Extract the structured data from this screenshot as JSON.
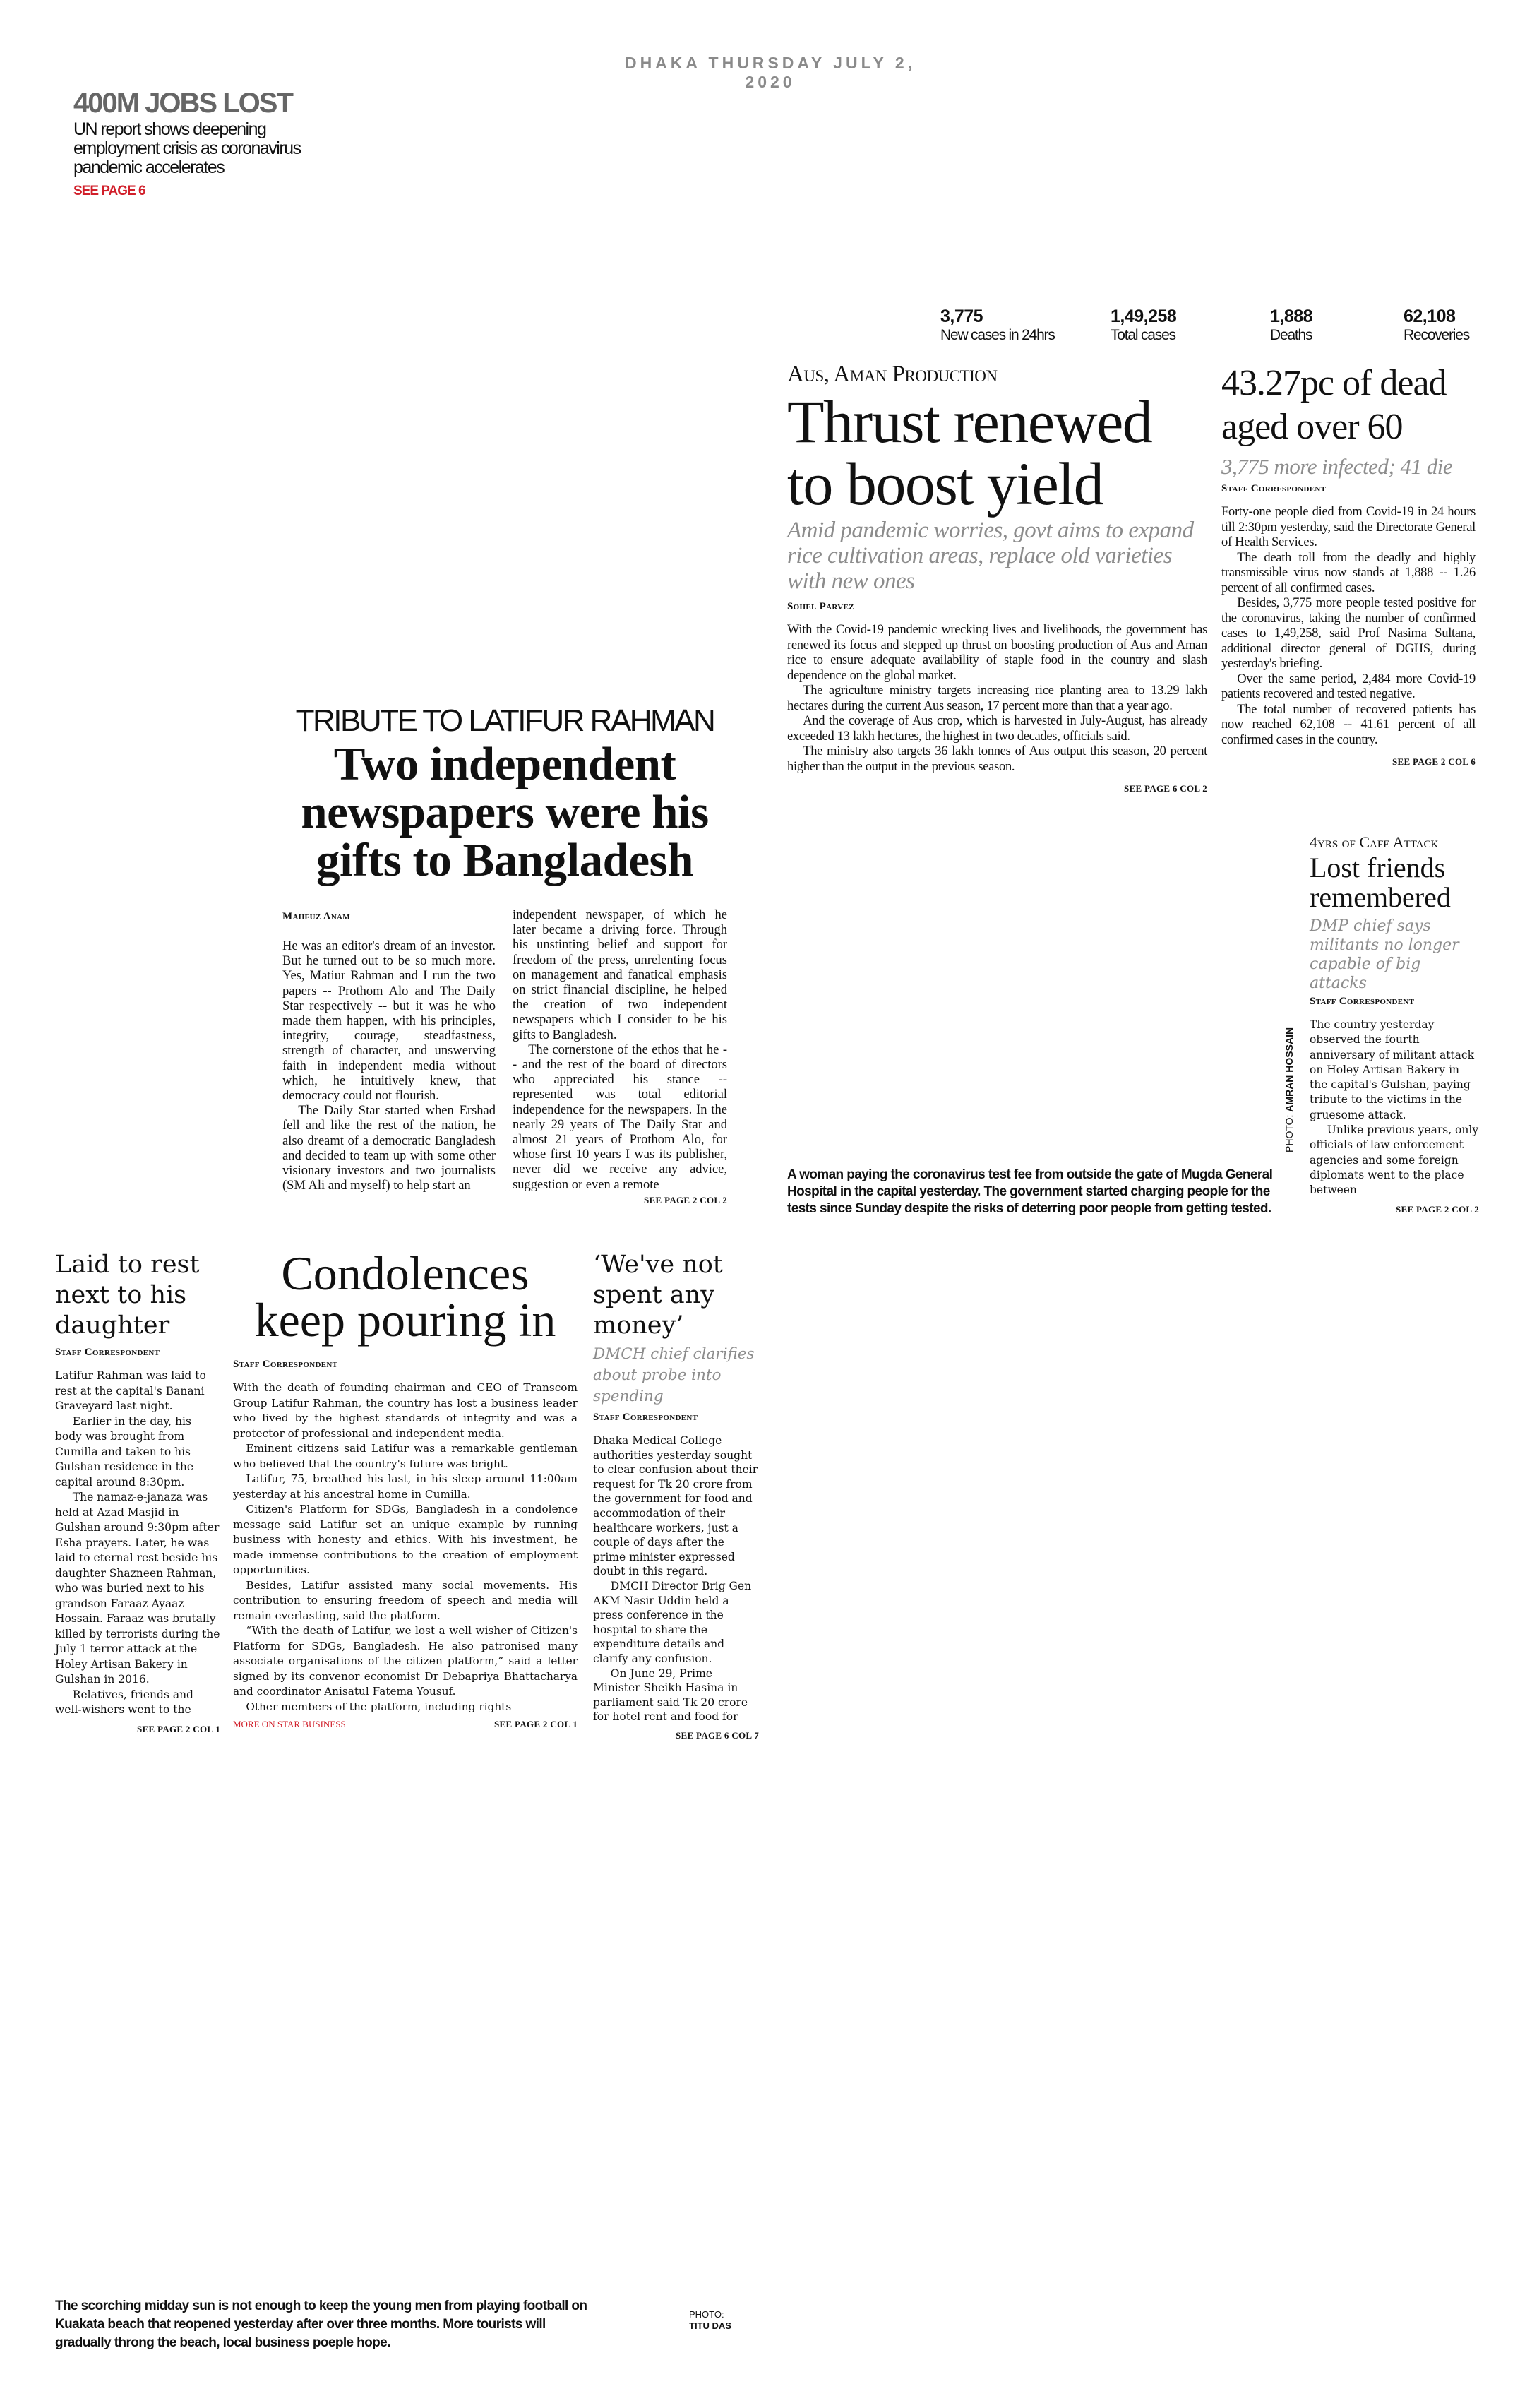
{
  "masthead": {
    "dateline": "DHAKA THURSDAY JULY 2, 2020"
  },
  "teaser": {
    "title": "400M JOBS LOST",
    "subtitle": "UN report shows deepening employment crisis as coronavirus pandemic accelerates",
    "link": "SEE PAGE 6"
  },
  "stats": [
    {
      "value": "3,775",
      "label": "New cases in 24hrs"
    },
    {
      "value": "1,49,258",
      "label": "Total cases"
    },
    {
      "value": "1,888",
      "label": "Deaths"
    },
    {
      "value": "62,108",
      "label": "Recoveries"
    }
  ],
  "thrust": {
    "kicker": "Aus, Aman Production",
    "headline": "Thrust renewed to boost yield",
    "subhead": "Amid pandemic worries, govt aims to expand rice cultivation areas, replace old varieties with new ones",
    "byline": "Sohel Parvez",
    "body": [
      "With the Covid-19 pandemic wrecking lives and livelihoods, the government has renewed its focus and stepped up thrust on boosting production of Aus and Aman rice to ensure adequate availability of staple food in the country and slash dependence on the global market.",
      "The agriculture ministry targets increasing rice planting area to 13.29 lakh hectares during the current Aus season, 17 percent more than that a year ago.",
      "And the coverage of Aus crop, which is harvested in July-August, has already exceeded 13 lakh hectares, the highest in two decades, officials said.",
      "The ministry also targets 36 lakh tonnes of Aus output this season, 20 percent higher than the output in the previous season."
    ],
    "jump": "SEE PAGE 6 COL 2"
  },
  "dead": {
    "headline": "43.27pc of dead aged over 60",
    "subhead": "3,775 more infected; 41 die",
    "byline": "Staff Correspondent",
    "body": [
      "Forty-one people died from Covid-19 in 24 hours till 2:30pm yesterday, said the Directorate General of Health Services.",
      "The death toll from the deadly and highly transmissible virus now stands at 1,888 -- 1.26 percent of all confirmed cases.",
      "Besides, 3,775 more people tested positive for the coronavirus, taking the number of confirmed cases to 1,49,258, said Prof Nasima Sultana, additional director general of DGHS, during yesterday's briefing.",
      "Over the same period, 2,484 more Covid-19 patients recovered and tested negative.",
      "The total number of recovered patients has now reached 62,108 -- 41.61 percent of all confirmed cases in the country."
    ],
    "jump": "SEE PAGE 2 COL 6"
  },
  "tribute": {
    "kicker": "TRIBUTE TO LATIFUR RAHMAN",
    "headline": "Two independent newspapers were his gifts to Bangladesh",
    "byline": "Mahfuz Anam",
    "col1": [
      "He was an editor's dream of an investor. But he turned out to be so much more. Yes, Matiur Rahman and I run the two papers -- Prothom Alo and The Daily Star respectively -- but it was he who made them happen, with his principles, integrity, courage, steadfastness, strength of character, and unswerving faith in independent media without which, he intuitively knew, that democracy could not flourish.",
      "The Daily Star started when Ershad fell and like the rest of the nation, he also dreamt of a democratic Bangladesh and decided to team up with some other visionary investors and two journalists (SM Ali and myself) to help start an"
    ],
    "col2": [
      "independent newspaper, of which he later became a driving force. Through his unstinting belief and support for freedom of the press, unrelenting focus on management and fanatical emphasis on strict financial discipline, he helped the creation of two independent newspapers which I consider to be his gifts to Bangladesh.",
      "The cornerstone of the ethos that he -- and the rest of the board of directors who appreciated his stance -- represented was total editorial independence for the newspapers. In the nearly 29 years of The Daily Star and almost 21 years of Prothom Alo, for whose first 10 years I was its publisher, never did we receive any advice, suggestion or even a remote"
    ],
    "jump": "SEE PAGE 2 COL 2"
  },
  "photo1": {
    "caption": "A woman paying the coronavirus test fee from outside the gate of Mugda General Hospital in the capital yesterday. The government started charging people for the tests since Sunday despite the risks of deterring poor people from getting tested.",
    "credit_label": "PHOTO:",
    "credit_name": "AMRAN HOSSAIN"
  },
  "cafe": {
    "kicker": "4yrs of Cafe Attack",
    "headline": "Lost friends remembered",
    "subhead": "DMP chief says militants no longer capable of big attacks",
    "byline": "Staff Correspondent",
    "body": [
      "The country yesterday observed the fourth anniversary of militant attack on Holey Artisan Bakery in the capital's Gulshan, paying tribute to the victims in the gruesome attack.",
      "Unlike previous years, only officials of law enforcement agencies and some foreign diplomats went to the place between"
    ],
    "jump": "SEE PAGE 2 COL 2"
  },
  "laid": {
    "headline": "Laid to rest next to his daughter",
    "byline": "Staff Correspondent",
    "body": [
      "Latifur Rahman was laid to rest at the capital's Banani Graveyard last night.",
      "Earlier in the day, his body was brought from Cumilla and taken to his Gulshan residence in the capital around 8:30pm.",
      "The namaz-e-janaza was held at Azad Masjid in Gulshan around 9:30pm after Esha prayers. Later, he was laid to eternal rest beside his daughter Shazneen Rahman, who was buried next to his grandson Faraaz Ayaaz Hossain. Faraaz was brutally killed by terrorists during the July 1 terror attack at the Holey Artisan Bakery in Gulshan in 2016.",
      "Relatives, friends and well-wishers went to the"
    ],
    "jump": "SEE PAGE 2 COL 1"
  },
  "condolences": {
    "headline": "Condolences keep pouring in",
    "byline": "Staff Correspondent",
    "body": [
      "With the death of founding chairman and CEO of Transcom Group Latifur Rahman, the country has lost a business leader who lived by the highest standards of integrity and was a protector of professional and independent media.",
      "Eminent citizens said Latifur was a remarkable gentleman who believed that the country's future was bright.",
      "Latifur, 75, breathed his last, in his sleep around 11:00am yesterday at his ancestral home in Cumilla.",
      "Citizen's Platform for SDGs, Bangladesh in a condolence message said Latifur set an unique example by running business with honesty and ethics. With his investment, he made immense contributions to the creation of employment opportunities.",
      "Besides, Latifur assisted many social movements. His contribution to ensuring freedom of speech and media will remain everlasting, said the platform.",
      "“With the death of Latifur, we lost a well wisher of Citizen's Platform for SDGs, Bangladesh. He also patronised many associate organisations of the citizen platform,” said a letter signed by its convenor economist Dr Debapriya Bhattacharya and coordinator Anisatul Fatema Yousuf.",
      "Other members of the platform, including rights"
    ],
    "more_link": "MORE ON STAR BUSINESS",
    "jump": "SEE PAGE 2 COL 1"
  },
  "money": {
    "headline": "‘We've not spent any money’",
    "subhead": "DMCH chief clarifies about probe into spending",
    "byline": "Staff Correspondent",
    "body": [
      "Dhaka Medical College authorities yesterday sought to clear confusion about their request for Tk 20 crore from the government for food and accommodation of their healthcare workers, just a couple of days after the prime minister expressed doubt in this regard.",
      "DMCH Director Brig Gen AKM Nasir Uddin held a press conference in the hospital to share the expenditure details and clarify any confusion.",
      "On June 29, Prime Minister Sheikh Hasina in parliament said Tk 20 crore for hotel rent and food for"
    ],
    "jump": "SEE PAGE 6 COL 7"
  },
  "photo2": {
    "caption": "The scorching midday sun is not enough to keep the young men from playing football on Kuakata beach that reopened yesterday after over three months. More tourists will gradually throng the beach, local business poeple hope.",
    "credit_label": "PHOTO:",
    "credit_name": "TITU DAS"
  },
  "colors": {
    "accent_red": "#d11f2a",
    "gray": "#8c8c8c"
  }
}
